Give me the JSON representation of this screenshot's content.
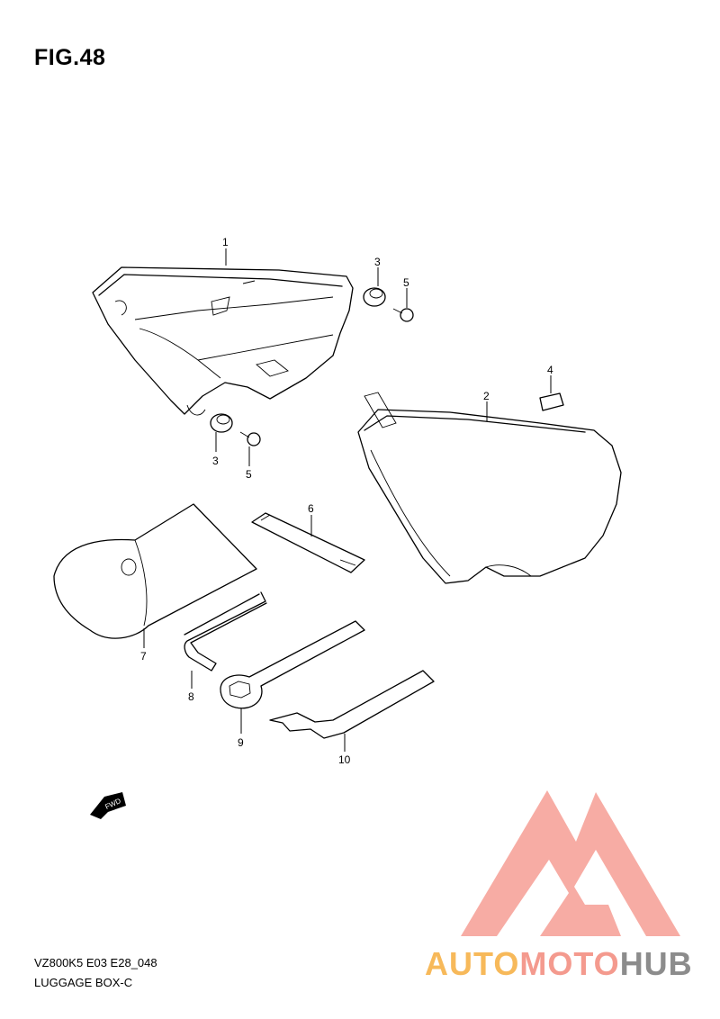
{
  "figure": {
    "title": "FIG.48"
  },
  "footer": {
    "model_code": "VZ800K5 E03 E28_048",
    "section_name": "LUGGAGE BOX-C"
  },
  "callouts": [
    {
      "id": "c1",
      "label": "1"
    },
    {
      "id": "c2",
      "label": "2"
    },
    {
      "id": "c3a",
      "label": "3"
    },
    {
      "id": "c3b",
      "label": "3"
    },
    {
      "id": "c4",
      "label": "4"
    },
    {
      "id": "c5a",
      "label": "5"
    },
    {
      "id": "c5b",
      "label": "5"
    },
    {
      "id": "c6",
      "label": "6"
    },
    {
      "id": "c7",
      "label": "7"
    },
    {
      "id": "c8",
      "label": "8"
    },
    {
      "id": "c9",
      "label": "9"
    },
    {
      "id": "c10",
      "label": "10"
    }
  ],
  "fwd_arrow": {
    "label": "FWD"
  },
  "watermark": {
    "part1": "AUTO",
    "part2": "MOTO",
    "part3": "HUB",
    "colors": {
      "auto": "#f7b95a",
      "moto": "#f49a8e",
      "hub": "#8c8c8c",
      "logo": "#f6a39a"
    }
  }
}
